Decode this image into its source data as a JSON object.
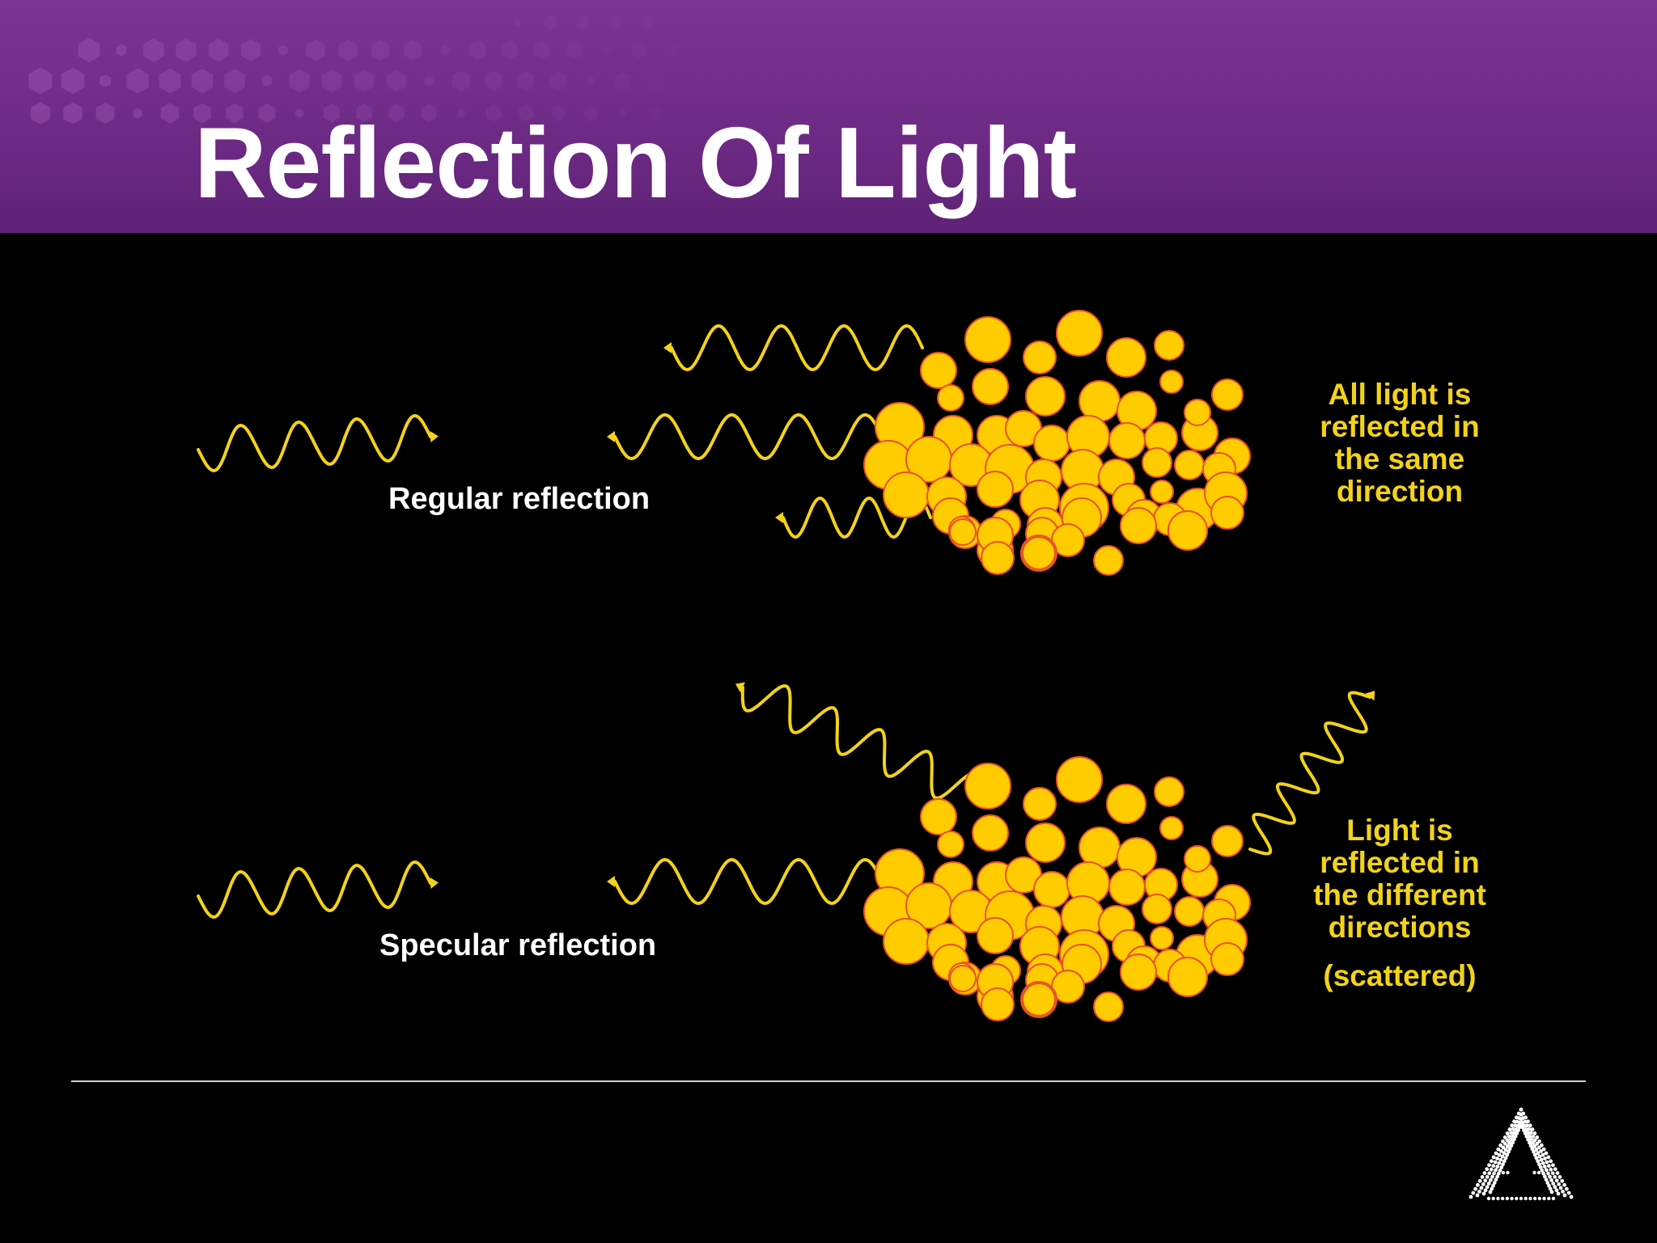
{
  "slide": {
    "title": "Reflection Of Light"
  },
  "regular": {
    "label": "Regular reflection",
    "note": [
      "All light is",
      "reflected in",
      "the same",
      "direction"
    ]
  },
  "specular": {
    "label": "Specular reflection",
    "note": [
      "Light is",
      "reflected in",
      "the different",
      "directions"
    ],
    "note_extra": "(scattered)"
  },
  "colors": {
    "header_purple": "#74308c",
    "wave_yellow": "#f3d21a",
    "particle_fill": "#ffcc00",
    "particle_edge": "#e8502a",
    "background": "#000000"
  },
  "icons": {
    "logo": "dotted-triangle-logo-icon",
    "decoration": "hexagon-pattern-icon"
  }
}
